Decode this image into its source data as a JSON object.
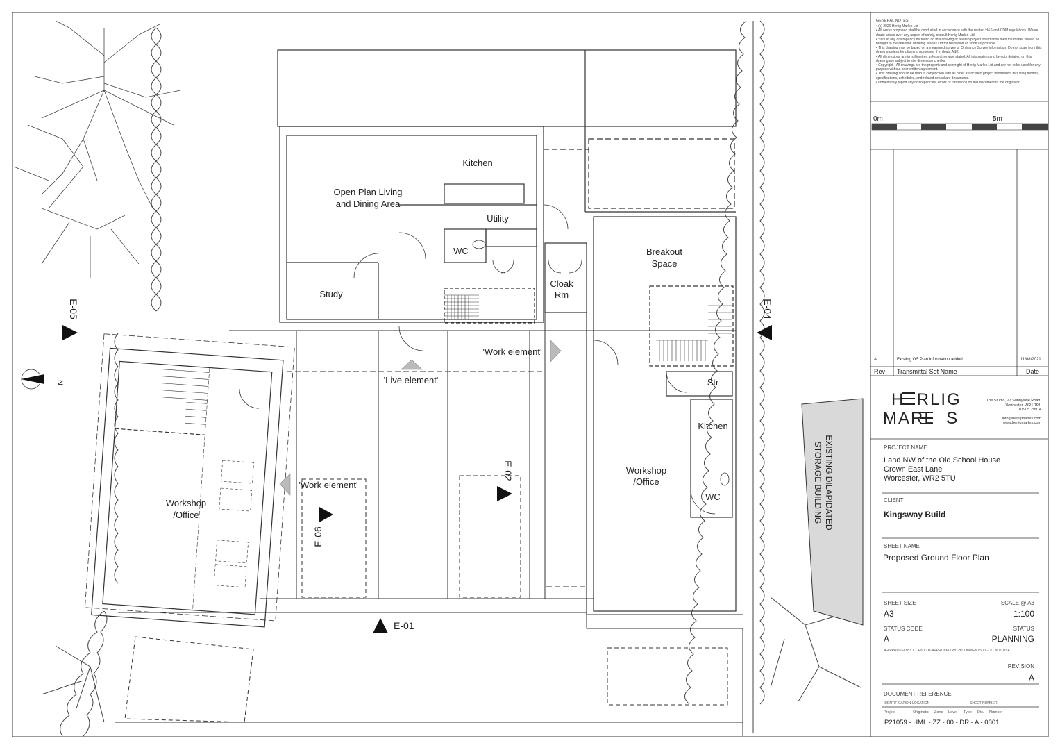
{
  "notes": {
    "title": "GENERAL NOTES",
    "items": [
      "(c) 2020 Herlig Marles Ltd",
      "All works proposed shall be conducted in accordance with the related H&S and CDM regulations. Where doubt arises over any aspect of safety, consult Herlig Marles Ltd.",
      "Should any discrepancy be found on this drawing or related project information then the matter should be brought to the attention of Herlig Marles Ltd for resolution as soon as possible.",
      "This drawing may be based on a measured survey or Ordnance Survey information. Do not scale from this drawing unless for planning purposes. If in doubt ASK.",
      "All dimensions are in millimetres unless otherwise stated. All information and layouts detailed on this drawing are subject to site dimension checks.",
      "Copyright - All drawings are the property and copyright of Herlig Marles Ltd and are not to be used for any purpose without prior written agreement.",
      "This drawing should be read in conjunction with all other associated project information including models, specifications, schedules, and related consultant documents.",
      "Immediately report any discrepancies, errors or omissions on this document to the originator."
    ]
  },
  "scale_bar": {
    "start": "0m",
    "mid": "5m"
  },
  "revisions": {
    "rows": [
      {
        "rev": "A",
        "desc": "Existing OS Plan information added",
        "date": "11/08/2021"
      }
    ],
    "header": {
      "rev": "Rev",
      "desc": "Transmittal Set Name",
      "date": "Date"
    }
  },
  "company": {
    "logo_line1": "H  RLIG",
    "logo_line2": "MARL  S",
    "address": [
      "The Studio, 27 Sunnyside Road,",
      "Worcester, WR1 1RL",
      "01905 29974",
      "",
      "info@herligmarles.com",
      "www.herligmarles.com"
    ]
  },
  "project": {
    "label": "PROJECT NAME",
    "lines": [
      "Land NW of the Old School House",
      "Crown East Lane",
      "Worcester, WR2 5TU"
    ]
  },
  "client": {
    "label": "CLIENT",
    "value": "Kingsway Build"
  },
  "sheet_name": {
    "label": "SHEET NAME",
    "value": "Proposed Ground Floor Plan"
  },
  "sheet_size": {
    "label": "SHEET SIZE",
    "value": "A3"
  },
  "scale": {
    "label": "SCALE @ A3",
    "value": "1:100"
  },
  "status_code": {
    "label": "STATUS CODE",
    "value": "A"
  },
  "status": {
    "label": "STATUS",
    "value": "PLANNING"
  },
  "status_note": "A-APPROVED BY CLIENT / B-APPROVED WITH COMMENTS / C-DO NOT USE",
  "revision": {
    "label": "REVISION",
    "value": "A"
  },
  "docref": {
    "label": "DOCUMENT REFERENCE",
    "sub1": "IDENTIFICATION-LOCATION",
    "sub2": "SHEET NUMBER",
    "cols": [
      "Project",
      "Originator",
      "Zone",
      "Level",
      "Type",
      "Dis.",
      "Number"
    ],
    "code": "P21059 - HML - ZZ - 00 - DR - A - 0301"
  },
  "rooms": {
    "open_plan_1": "Open Plan Living",
    "open_plan_2": "and Dining Area",
    "kitchen_main": "Kitchen",
    "utility": "Utility",
    "wc_main": "WC",
    "study": "Study",
    "cloak_1": "Cloak",
    "cloak_2": "Rm",
    "breakout_1": "Breakout",
    "breakout_2": "Space",
    "store": "Str",
    "kitchen_right": "Kitchen",
    "wc_right": "WC",
    "workshop_right_1": "Workshop",
    "workshop_right_2": "/Office",
    "workshop_left_1": "Workshop",
    "workshop_left_2": "/Office",
    "work_element_top": "'Work element'",
    "live_element": "'Live element'",
    "work_element_left": "'Work element'",
    "existing_1": "EXISTING DILAPIDATED",
    "existing_2": "STORAGE BUILDING"
  },
  "elevations": {
    "e01": "E-01",
    "e02": "E-02",
    "e04": "E-04",
    "e05": "E-05",
    "e06": "E-06"
  },
  "north": "N"
}
